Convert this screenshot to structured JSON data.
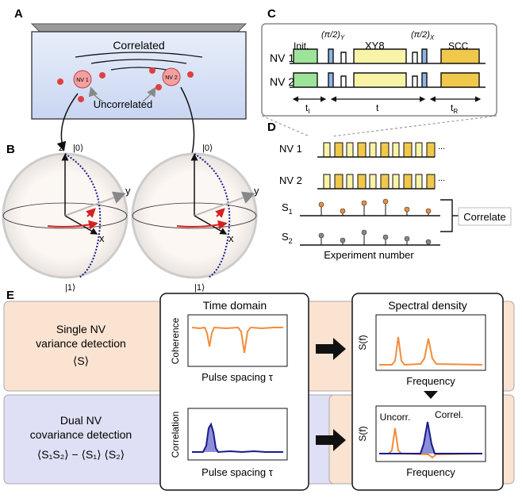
{
  "panels": {
    "A": "A",
    "B": "B",
    "C": "C",
    "D": "D",
    "E": "E"
  },
  "panelA": {
    "correlated": "Correlated",
    "uncorrelated": "Uncorrelated",
    "nv1": "NV 1",
    "nv2": "NV 2"
  },
  "panelB": {
    "ket0": "|0⟩",
    "ket1": "|1⟩",
    "z": "z",
    "y": "y",
    "x": "x"
  },
  "panelC": {
    "nv1": "NV 1",
    "nv2": "NV 2",
    "init": "Init.",
    "pi2y": "(π/2)",
    "pi2y_sub": "Y",
    "xy8": "XY8",
    "pi2x": "(π/2)",
    "pi2x_sub": "X",
    "scc": "SCC",
    "t_i": "t",
    "t_i_sub": "I",
    "t": "t",
    "t_r": "t",
    "t_r_sub": "R"
  },
  "panelD": {
    "nv1": "NV 1",
    "nv2": "NV 2",
    "ellipsis": "...",
    "s1": "S",
    "s1_sub": "1",
    "s2": "S",
    "s2_sub": "2",
    "correlate": "Correlate",
    "xlabel": "Experiment number"
  },
  "panelE": {
    "single_line1": "Single NV",
    "single_line2": "variance detection",
    "single_expr": "⟨S⟩",
    "dual_line1": "Dual NV",
    "dual_line2": "covariance detection",
    "dual_expr": "⟨S₁S₂⟩ − ⟨S₁⟩ ⟨S₂⟩",
    "time_domain": "Time domain",
    "spectral_density": "Spectral density",
    "coherence": "Coherence",
    "correlation": "Correlation",
    "pulse_spacing": "Pulse spacing τ",
    "sf": "S(f)",
    "frequency": "Frequency",
    "uncorr": "Uncorr.",
    "correl": "Correl."
  },
  "colors": {
    "orange": "#f28c3a",
    "navy": "#1a1a8c",
    "peach_bg": "#fbe3d2",
    "lavender_bg": "#dfe0f5",
    "init_green": "#9ee39a",
    "pi_blue": "#8fb4e8",
    "xy8_yellow": "#f9f3a8",
    "scc_gold": "#f0c84a"
  }
}
